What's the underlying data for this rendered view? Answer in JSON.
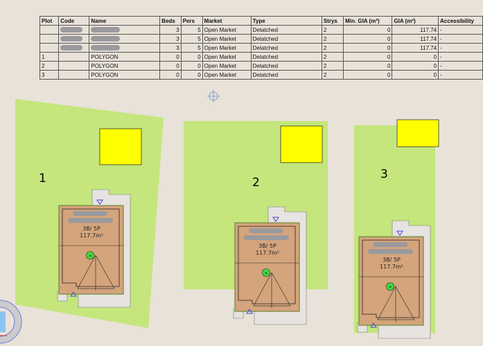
{
  "schedule": {
    "headers": [
      "Plot",
      "Code",
      "Name",
      "Beds",
      "Pers",
      "Market",
      "Type",
      "Strys",
      "Min. GIA (m²)",
      "GIA (m²)",
      "Accessibility"
    ],
    "rows": [
      {
        "plot": "",
        "code": "",
        "name": "",
        "beds": "3",
        "pers": "5",
        "market": "Open Market",
        "type": "Detatched",
        "strys": "2",
        "min_gia": "0",
        "gia": "117.74",
        "access": "-"
      },
      {
        "plot": "",
        "code": "",
        "name": "",
        "beds": "3",
        "pers": "5",
        "market": "Open Market",
        "type": "Detatched",
        "strys": "2",
        "min_gia": "0",
        "gia": "117.74",
        "access": "-"
      },
      {
        "plot": "",
        "code": "",
        "name": "",
        "beds": "3",
        "pers": "5",
        "market": "Open Market",
        "type": "Detatched",
        "strys": "2",
        "min_gia": "0",
        "gia": "117.74",
        "access": "-"
      },
      {
        "plot": "1",
        "code": "",
        "name": "POLYGON",
        "beds": "0",
        "pers": "0",
        "market": "Open Market",
        "type": "Detatched",
        "strys": "2",
        "min_gia": "0",
        "gia": "0",
        "access": "-"
      },
      {
        "plot": "2",
        "code": "",
        "name": "POLYGON",
        "beds": "0",
        "pers": "0",
        "market": "Open Market",
        "type": "Detatched",
        "strys": "2",
        "min_gia": "0",
        "gia": "0",
        "access": "-"
      },
      {
        "plot": "3",
        "code": "",
        "name": "POLYGON",
        "beds": "0",
        "pers": "0",
        "market": "Open Market",
        "type": "Detatched",
        "strys": "2",
        "min_gia": "0",
        "gia": "0",
        "access": "-"
      }
    ]
  },
  "plots": [
    {
      "label": "1",
      "house_beds": "3B/ 5P",
      "house_area": "117.7m²"
    },
    {
      "label": "2",
      "house_beds": "3B/ 5P",
      "house_area": "117.7m²"
    },
    {
      "label": "3",
      "house_beds": "3B/ 5P",
      "house_area": "117.7m²"
    }
  ],
  "colors": {
    "background": "#e9e2d8",
    "plot_green": "#c4e67c",
    "garage_yellow": "#ffff00",
    "house_fill": "#d4a47c",
    "path_gray": "#e6e3e0",
    "marker_green": "#3ddc3d"
  }
}
